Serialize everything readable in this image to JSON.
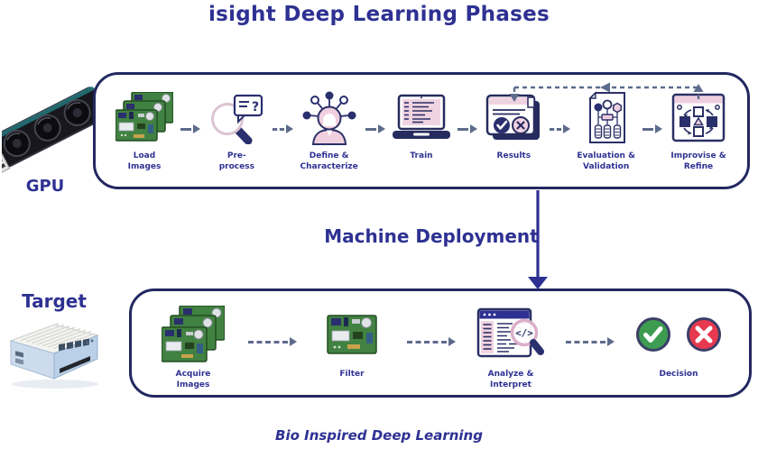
{
  "title": "isight Deep Learning Phases",
  "hardware": {
    "gpu_label": "GPU",
    "target_label": "Target"
  },
  "deployment_label": "Machine Deployment",
  "footer_caption": "Bio Inspired Deep Learning",
  "gpu_pipeline": {
    "phases": [
      {
        "label": "Load\nImages",
        "icon": "stacked-circuit-images"
      },
      {
        "label": "Pre-\nprocess",
        "icon": "magnifier-chat-bubble"
      },
      {
        "label": "Define &\nCharacterize",
        "icon": "person-idea-nodes"
      },
      {
        "label": "Train",
        "icon": "laptop-code"
      },
      {
        "label": "Results",
        "icon": "window-check-cross"
      },
      {
        "label": "Evaluation &\nValidation",
        "icon": "flowchart-document"
      },
      {
        "label": "Improvise &\nRefine",
        "icon": "refine-window"
      }
    ]
  },
  "target_pipeline": {
    "phases": [
      {
        "label": "Acquire\nImages",
        "icon": "stacked-circuit-images"
      },
      {
        "label": "Filter",
        "icon": "circuit-image"
      },
      {
        "label": "Analyze &\nInterpret",
        "icon": "code-magnifier-window"
      },
      {
        "label": "Decision",
        "icon": "check-and-cross-circles"
      }
    ]
  },
  "colors": {
    "navy_text": "#2e3192",
    "panel_border": "#232861",
    "arrow_slate": "#5d6b8c",
    "accent_pink": "#f0d3e1",
    "decision_green": "#3d9c50",
    "decision_red": "#e7394f"
  }
}
